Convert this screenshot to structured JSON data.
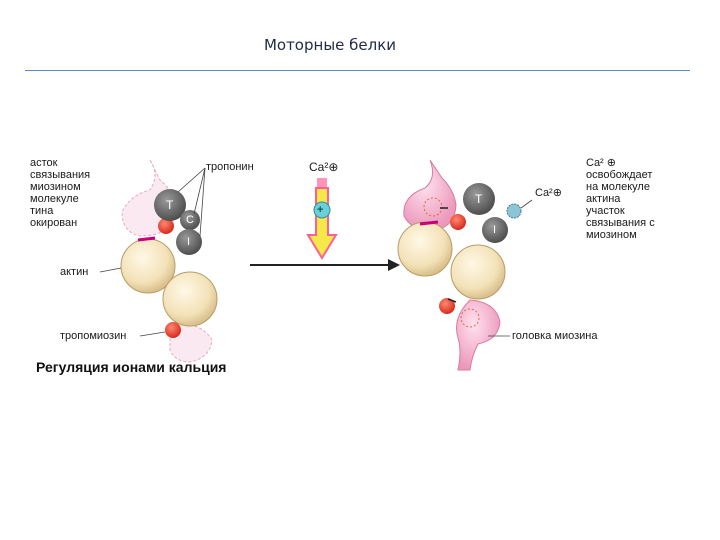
{
  "slide": {
    "title": "Моторные белки"
  },
  "figure": {
    "left_block_text": "асток\nсвязывания\nмиозином\nмолекуле\nтина\nокирован",
    "label_troponin": "тропонин",
    "label_actin": "актин",
    "label_tropomyosin": "тропомиозин",
    "label_ca_top": "Ca²⊕",
    "label_plus": "+",
    "label_T_left": "T",
    "label_C_left": "C",
    "label_I_left": "I",
    "label_T_right": "T",
    "label_I_right": "I",
    "label_ca_right": "Ca²⊕",
    "right_block_text": "Ca² ⊕\nосвобождает\nна молекуле\nактина\nучасток\nсвязывания с\nмиозином",
    "label_myosin_head": "головка миозина",
    "caption": "Регуляция ионами кальция"
  },
  "colors": {
    "actin": "#f3e2b8",
    "tropomyosin": "#e8362b",
    "troponin": "#6f6f6f",
    "myosin": "#f0a9c6",
    "arrow_yellow": "#f7e84a",
    "accent_rule": "#5b8ec9"
  }
}
